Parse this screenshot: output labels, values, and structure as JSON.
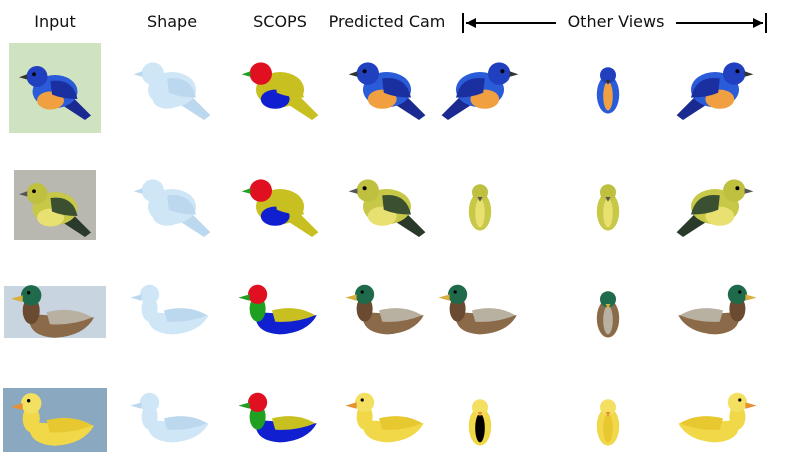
{
  "headers": {
    "input": "Input",
    "shape": "Shape",
    "scops": "SCOPS",
    "predicted_cam": "Predicted Cam",
    "other_views": "Other Views"
  },
  "rows": [
    {
      "subject": "bluebird"
    },
    {
      "subject": "warbler"
    },
    {
      "subject": "mallard-duck"
    },
    {
      "subject": "rubber-duck"
    }
  ],
  "palette": {
    "shape": "#cfe6f7",
    "scops_head": "#e01020",
    "scops_body": "#c8c020",
    "scops_green": "#20a020",
    "scops_blue": "#1020d0"
  }
}
